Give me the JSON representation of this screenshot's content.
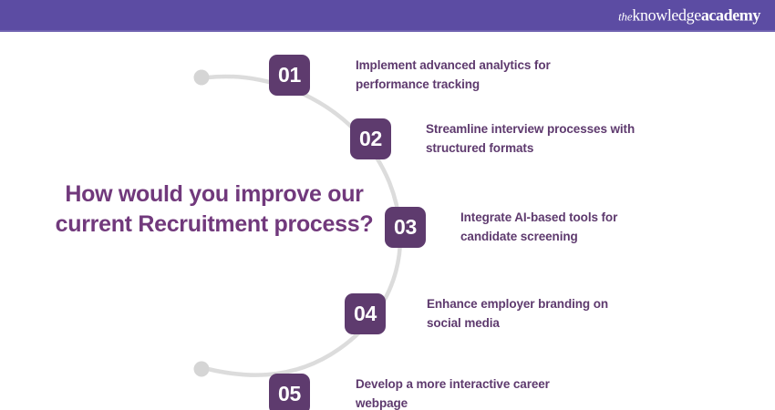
{
  "header": {
    "logo_the": "the",
    "logo_knowledge": "knowledge",
    "logo_academy": "academy",
    "bar_color": "#5C4CA3"
  },
  "headline": {
    "text": "How would you improve our current Recruitment process?",
    "color": "#71397C"
  },
  "connector": {
    "line_color": "#DCDCDC",
    "dot_color": "#D5D5D5",
    "start_dot": "start-dot",
    "end_dot": "end-dot"
  },
  "steps": [
    {
      "number": "01",
      "text": "Implement advanced analytics for performance tracking"
    },
    {
      "number": "02",
      "text": "Streamline interview processes with structured formats"
    },
    {
      "number": "03",
      "text": "Integrate AI-based tools for candidate screening"
    },
    {
      "number": "04",
      "text": "Enhance employer branding on social media"
    },
    {
      "number": "05",
      "text": "Develop a more interactive career webpage"
    }
  ],
  "theme": {
    "badge_color": "#5E3B6E",
    "badge_text_color": "#FFFFFF",
    "body_text_color": "#5E3A6E",
    "background": "#FFFFFF"
  }
}
